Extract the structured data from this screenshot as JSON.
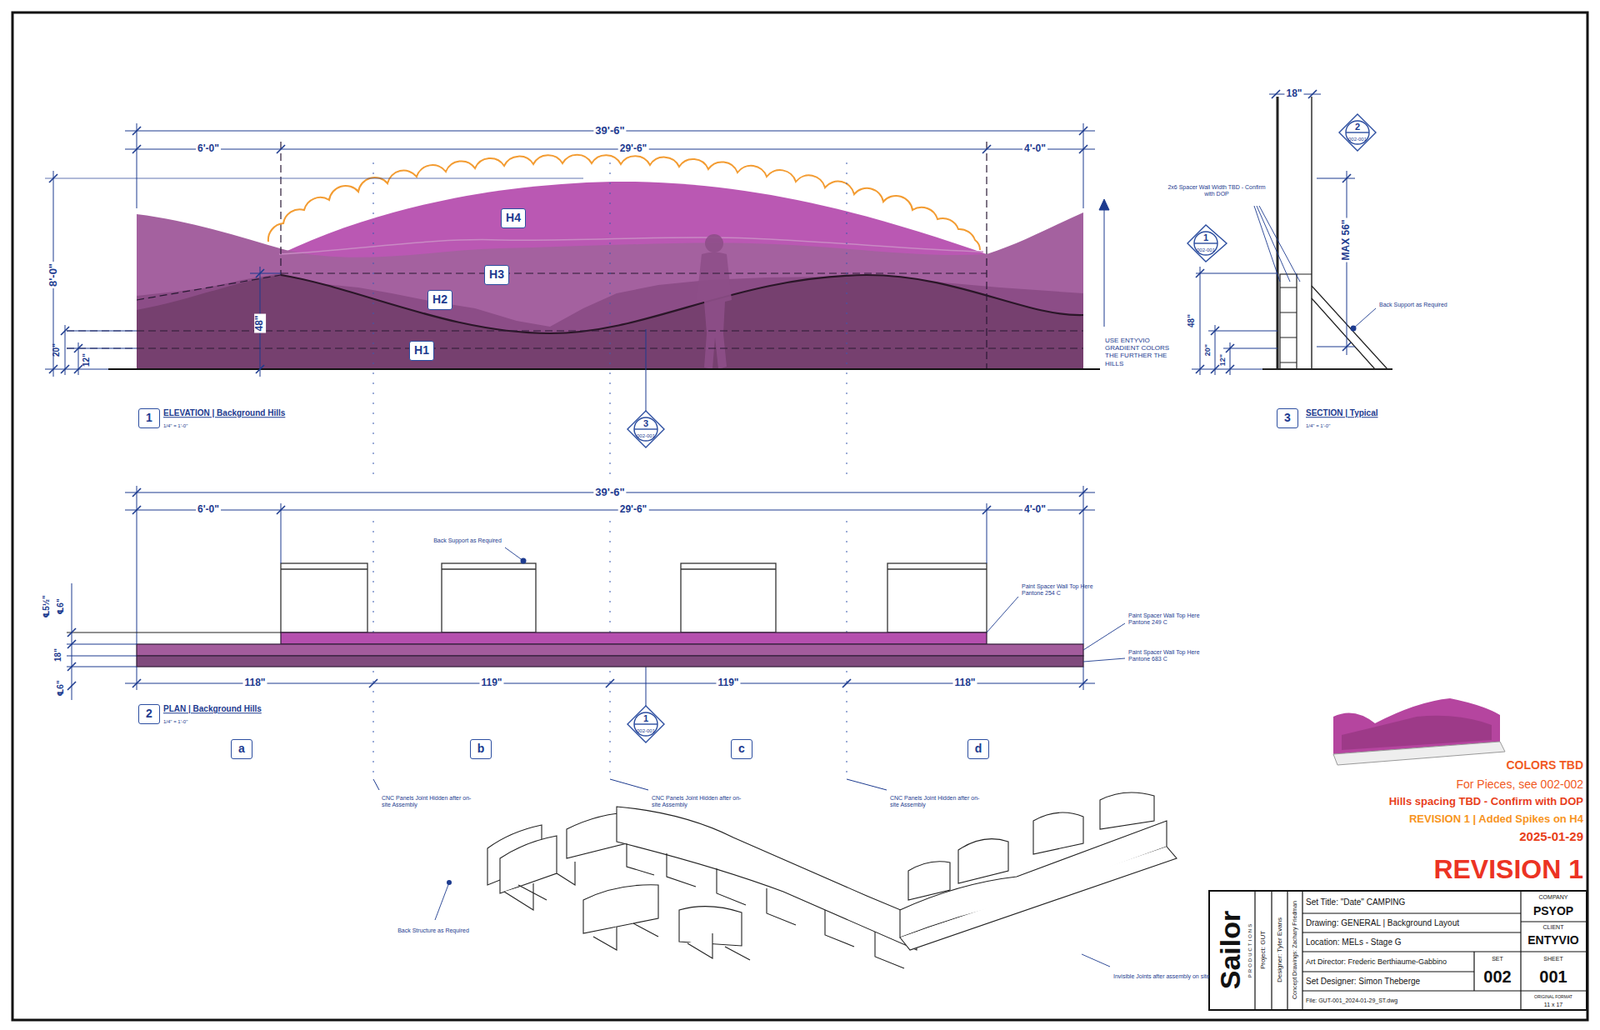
{
  "diagram": {
    "nodes": [
      {
        "text": [
          "H4"
        ]
      },
      {
        "text": [
          "H3"
        ]
      },
      {
        "text": [
          "H2"
        ]
      },
      {
        "text": [
          "H1"
        ]
      },
      {
        "text": [
          "1"
        ]
      },
      {
        "text": [
          "3"
        ]
      },
      {
        "text": [
          "2"
        ]
      },
      {
        "text": [
          "a"
        ]
      },
      {
        "text": [
          "b"
        ]
      },
      {
        "text": [
          "c"
        ]
      },
      {
        "text": [
          "d"
        ]
      }
    ],
    "labels": [
      "39'-6\"",
      "6'-0\"",
      "29'-6\"",
      "4'-0\"",
      "8'-0\"",
      "48\"",
      "20\"",
      "12\"",
      "USE ENTYVIO GRADIENT COLORS THE FURTHER THE HILLS",
      "ELEVATION | Background Hills",
      "1/4\" = 1'-0\"",
      "3",
      "002-001",
      "18\"",
      "2",
      "002-001",
      "2x6 Spacer Wall Width TBD - Confirm with DOP",
      "1",
      "002-001",
      "MAX 56\"",
      "Back Support as Required",
      "48\"",
      "20\"",
      "12\"",
      "SECTION | Typical",
      "1/4\" = 1'-0\"",
      "39'-6\"",
      "6'-0\"",
      "29'-6\"",
      "4'-0\"",
      "Back Support as Required",
      "Paint Spacer Wall Top Here Pantone 254 C",
      "Paint Spacer Wall Top Here Pantone 249 C",
      "Paint Spacer Wall Top Here Pantone 683 C",
      "℄5½\"",
      "℄6\"",
      "18\"",
      "℄6\"",
      "118\"",
      "119\"",
      "119\"",
      "118\"",
      "PLAN | Background Hills",
      "1/4\" = 1'-0\"",
      "1",
      "002-001",
      "CNC Panels Joint Hidden after on-site Assembly",
      "CNC Panels Joint Hidden after on-site Assembly",
      "CNC Panels Joint Hidden after on-site Assembly",
      "Back Structure as Required",
      "Invisible Joints after assembly on site",
      "COLORS TBD",
      "For Pieces, see 002-002",
      "Hills spacing TBD - Confirm with DOP",
      "REVISION 1 | Added Spikes on H4",
      "2025-01-29",
      "REVISION 1",
      "Sailor",
      "PRODUCTIONS",
      "Project: GUT",
      "Designer: Tyler Evans",
      "Concept Drawings: Zachary Friedman",
      "Set Title: \"Date\" CAMPING",
      "Drawing: GENERAL | Background Layout",
      "Location: MELs - Stage G",
      "Art Director: Frederic Berthiaume-Gabbino",
      "Set Designer: Simon Theberge",
      "File: GUT-001_2024-01-29_ST.dwg",
      "COMPANY",
      "PSYOP",
      "CLIENT",
      "ENTYVIO",
      "SET",
      "002",
      "SHEET",
      "001",
      "ORIGINAL FORMAT",
      "11 x 17"
    ]
  }
}
